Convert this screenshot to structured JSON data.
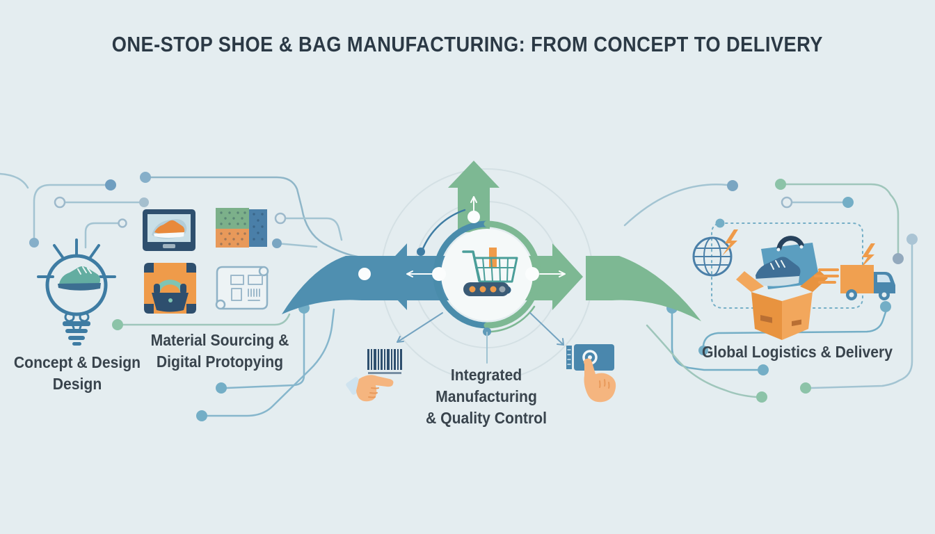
{
  "title": "ONE-STOP SHOE & BAG MANUFACTURING: FROM CONCEPT TO DELIVERY",
  "stages": [
    {
      "id": "concept-design",
      "lines": [
        "Concept & Design",
        "Design"
      ],
      "icons": [
        "lightbulb-shoe-icon"
      ]
    },
    {
      "id": "material-sourcing",
      "lines": [
        "Material Sourcing &",
        "Digital Protopying"
      ],
      "icons": [
        "laptop-shoe-icon",
        "fabric-swatches-icon",
        "bag-case-icon",
        "blueprint-icon"
      ]
    },
    {
      "id": "integrated-manufacturing",
      "lines": [
        "Integrated",
        "Manufacturing",
        "& Quality Control"
      ],
      "icons": [
        "cart-conveyor-icon",
        "barcode-icon",
        "pointing-hand-icon",
        "scanner-card-icon",
        "tap-hand-icon",
        "up-arrow",
        "left-arrow",
        "right-arrow"
      ]
    },
    {
      "id": "global-logistics",
      "lines": [
        "Global Logistics & Delivery"
      ],
      "icons": [
        "globe-icon",
        "shipping-box-icon",
        "delivery-truck-icon"
      ]
    }
  ],
  "colors": {
    "background": "#e4edf0",
    "title_text": "#2b3945",
    "label_text": "#39444d",
    "ribbon_blue": "#4f8fb0",
    "ribbon_green": "#7db893",
    "icon_navy": "#2e4f6e",
    "icon_blue": "#4a87ad",
    "icon_teal": "#6fb3a8",
    "icon_orange": "#ef9b4a",
    "skin": "#f5b57f",
    "circuit_line": "#a3c4d2",
    "dot_blue": "#74a9c9",
    "dot_teal": "#74aec6",
    "dot_green": "#8cc3a8"
  }
}
